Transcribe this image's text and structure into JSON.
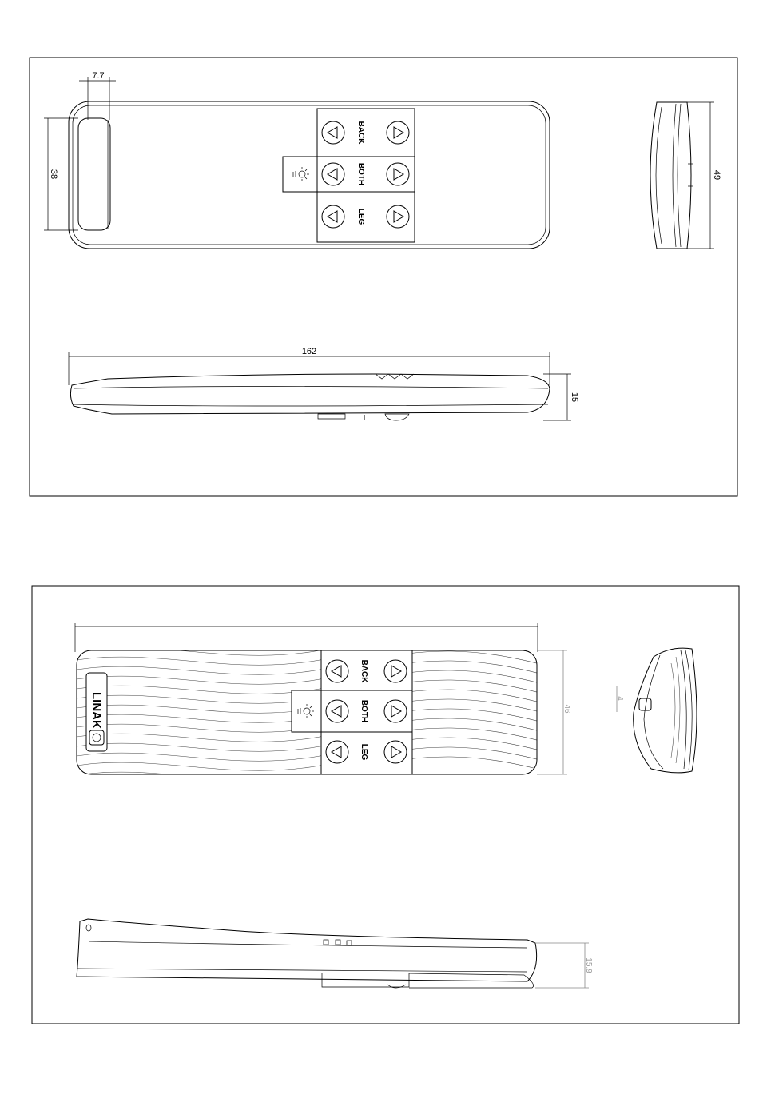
{
  "drawing_1": {
    "dimensions": {
      "grip_width": "7.7",
      "grip_height": "38",
      "side_height": "49",
      "total_length": "162",
      "thickness": "15"
    },
    "button_rows": [
      "BACK",
      "BOTH",
      "LEG"
    ]
  },
  "drawing_2": {
    "dimensions": {
      "front_height": "46",
      "side_detail": "4",
      "thickness": "15.9"
    },
    "button_rows": [
      "BACK",
      "BOTH",
      "LEG"
    ],
    "brand": "LINAK"
  },
  "colors": {
    "line": "#000000",
    "dimension_grey": "#999999",
    "background": "#ffffff"
  }
}
